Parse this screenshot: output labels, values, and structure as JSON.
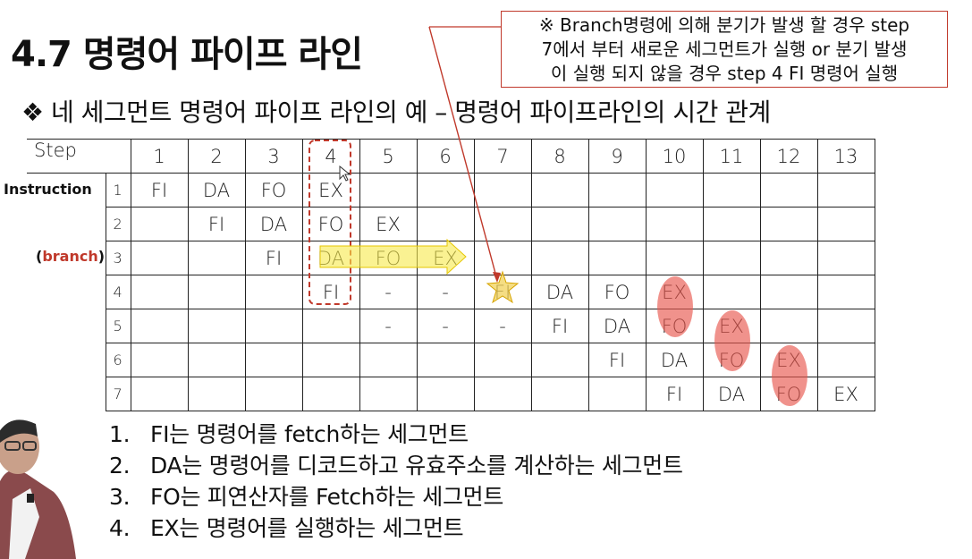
{
  "title": "4.7 명령어 파이프 라인",
  "subtitle": "❖ 네 세그먼트 명령어 파이프 라인의 예 – 명령어 파이프라인의 시간 관계",
  "note": {
    "lines": [
      "※ Branch명령에 의해 분기가 발생 할 경우 step",
      "7에서 부터 새로운 세그먼트가 실행 or 분기 발생",
      "이 실행 되지 않을 경우 step 4 FI 명령어 실행"
    ]
  },
  "table": {
    "step_label": "Step",
    "instruction_label": "Instruction",
    "branch_label_paren_open": "(",
    "branch_label": "branch",
    "branch_label_paren_close": ")",
    "steps": [
      "1",
      "2",
      "3",
      "4",
      "5",
      "6",
      "7",
      "8",
      "9",
      "10",
      "11",
      "12",
      "13"
    ],
    "rows": [
      {
        "no": "1",
        "cells": [
          "FI",
          "DA",
          "FO",
          "EX",
          "",
          "",
          "",
          "",
          "",
          "",
          "",
          "",
          ""
        ]
      },
      {
        "no": "2",
        "cells": [
          "",
          "FI",
          "DA",
          "FO",
          "EX",
          "",
          "",
          "",
          "",
          "",
          "",
          "",
          ""
        ]
      },
      {
        "no": "3",
        "cells": [
          "",
          "",
          "FI",
          "DA",
          "FO",
          "EX",
          "",
          "",
          "",
          "",
          "",
          "",
          ""
        ]
      },
      {
        "no": "4",
        "cells": [
          "",
          "",
          "",
          "FI",
          "-",
          "-",
          "FI",
          "DA",
          "FO",
          "EX",
          "",
          "",
          ""
        ]
      },
      {
        "no": "5",
        "cells": [
          "",
          "",
          "",
          "",
          "-",
          "-",
          "-",
          "FI",
          "DA",
          "FO",
          "EX",
          "",
          ""
        ]
      },
      {
        "no": "6",
        "cells": [
          "",
          "",
          "",
          "",
          "",
          "",
          "",
          "",
          "FI",
          "DA",
          "FO",
          "EX",
          ""
        ]
      },
      {
        "no": "7",
        "cells": [
          "",
          "",
          "",
          "",
          "",
          "",
          "",
          "",
          "",
          "FI",
          "DA",
          "FO",
          "EX"
        ]
      }
    ]
  },
  "list": [
    {
      "num": "1.",
      "text": "FI는 명령어를 fetch하는 세그먼트"
    },
    {
      "num": "2.",
      "text": "DA는 명령어를 디코드하고 유효주소를 계산하는 세그먼트"
    },
    {
      "num": "3.",
      "text": "FO는 피연산자를 Fetch하는 세그먼트"
    },
    {
      "num": "4.",
      "text": "EX는 명령어를 실행하는 세그먼트"
    }
  ],
  "colors": {
    "accent_red": "#c0392b",
    "highlight_red": "#e8574f",
    "arrow_yellow": "#f7e94a",
    "star_yellow": "#f2d15a"
  }
}
